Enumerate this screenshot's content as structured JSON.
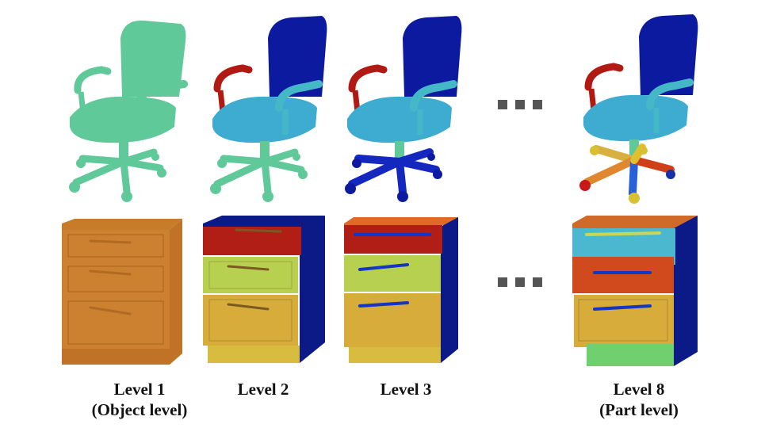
{
  "levels": [
    {
      "name": "Level 1",
      "subtitle": "(Object level)",
      "chair": {
        "back": "#5fc99a",
        "seat": "#5fc99a",
        "arm_left": "#5fc99a",
        "arm_right": "#5fc99a",
        "post": "#5fc99a",
        "base": "#5fc99a",
        "wheels": "#5fc99a"
      },
      "cabinet": {
        "top": "#c67c28",
        "drawer1": "#cc8130",
        "drawer2": "#cc8130",
        "drawer3": "#cc8130",
        "side": "#c07326",
        "plinth": "#c07326",
        "handles": "#b06a22"
      }
    },
    {
      "name": "Level 2",
      "subtitle": "",
      "chair": {
        "back": "#0c1aa0",
        "seat": "#3dacd0",
        "arm_left": "#b01a12",
        "arm_right": "#45b8c8",
        "post": "#5fc99a",
        "base": "#5fc99a",
        "wheels": "#5fc99a"
      },
      "cabinet": {
        "top": "#0c1a88",
        "drawer1": "#b01e16",
        "drawer2": "#b8d050",
        "drawer3": "#d8ac3a",
        "side": "#0c1a88",
        "plinth": "#d8bc40",
        "handles": "#7a5a20"
      }
    },
    {
      "name": "Level 3",
      "subtitle": "",
      "chair": {
        "back": "#0c1aa0",
        "seat": "#3dacd0",
        "arm_left": "#b01a12",
        "arm_right": "#45b8c8",
        "post": "#5fc99a",
        "base": "#1428c0",
        "wheels": "#0c1aa0"
      },
      "cabinet": {
        "top": "#e06a28",
        "drawer1": "#b01e16",
        "drawer2": "#b8d050",
        "drawer3": "#d8ac3a",
        "side": "#0c1a88",
        "plinth": "#d8bc40",
        "handles": "#1436c8"
      }
    },
    {
      "name": "Level 8",
      "subtitle": "(Part level)",
      "chair": {
        "back": "#0c1aa0",
        "seat": "#3dacd0",
        "arm_left": "#b01a12",
        "arm_right": "#45b8c8",
        "post": "#5fc99a",
        "base": "#d06a30",
        "wheels": "#d8c030"
      },
      "cabinet": {
        "top": "#d06a28",
        "drawer1": "#4cb8d0",
        "drawer2": "#d04a1e",
        "drawer3": "#d8ac3a",
        "side": "#0c1a88",
        "plinth": "#70d070",
        "handles": "#1436c8"
      }
    }
  ],
  "ellipsis_color": "#555555"
}
